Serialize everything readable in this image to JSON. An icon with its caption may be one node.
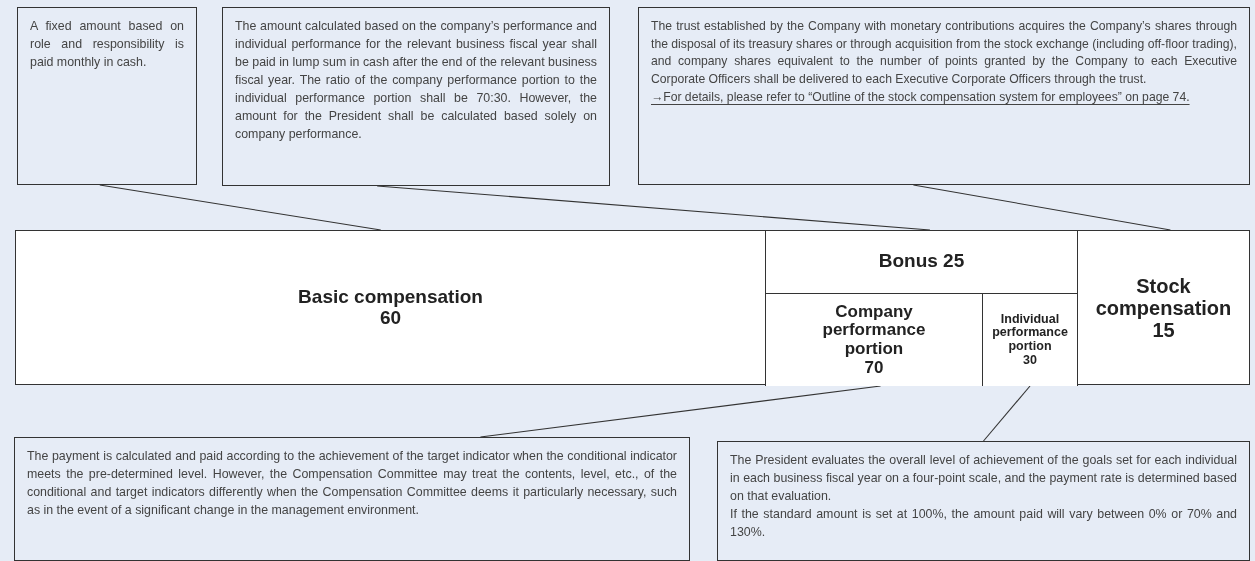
{
  "diagram": {
    "nodes": [
      {
        "text": [
          "A fixed amount based on role and responsibility is paid monthly in cash."
        ]
      },
      {
        "text": [
          "The amount calculated based on the company’s performance and individual performance for the relevant business fiscal year shall be paid in lump sum in cash after the end of the relevant business fiscal year. The ratio of the company performance portion to the individual performance portion shall be 70:30. However, the amount for the President shall be calculated based solely on company performance."
        ]
      },
      {
        "text": [
          "The trust established by the Company with monetary contributions acquires the Company’s shares through the disposal of its treasury shares or through acquisition from the stock exchange (including off-floor trading), and company shares equivalent to the number of points granted by the Company to each Executive Corporate Officers shall be delivered to each Executive Corporate Officers through the trust.",
          "→For details, please refer to “Outline of the stock compensation system for employees” on page 74."
        ]
      },
      {
        "text": [
          "Basic compensation",
          "60"
        ]
      },
      {
        "text": [
          "Bonus 25"
        ]
      },
      {
        "text": [
          "Company performance portion",
          "70"
        ],
        "in": 4
      },
      {
        "text": [
          "Individual performance portion",
          "30"
        ],
        "in": 4
      },
      {
        "text": [
          "Stock compensation",
          "15"
        ]
      },
      {
        "text": [
          "The payment is calculated and paid according to the achievement of the target indicator when the conditional indicator meets the pre-determined level. However, the Compensation Committee may treat the contents, level, etc., of the conditional and target indicators differently when the Compensation Committee deems it particularly necessary, such as in the event of a significant change in the management environment."
        ]
      },
      {
        "text": [
          "The President evaluates the overall level of achievement of the goals set for each individual in each business fiscal year on a four-point scale, and the payment rate is determined based on that evaluation.",
          "If the standard amount is set at 100%, the amount paid will vary between 0% or 70% and 130%."
        ]
      }
    ],
    "edges": [
      {
        "from": 0,
        "to": 3,
        "arrow": "none"
      },
      {
        "from": 1,
        "to": 4,
        "arrow": "none"
      },
      {
        "from": 2,
        "to": 7,
        "arrow": "none"
      },
      {
        "from": 8,
        "to": 5,
        "arrow": "none"
      },
      {
        "from": 9,
        "to": 6,
        "arrow": "none"
      }
    ]
  }
}
